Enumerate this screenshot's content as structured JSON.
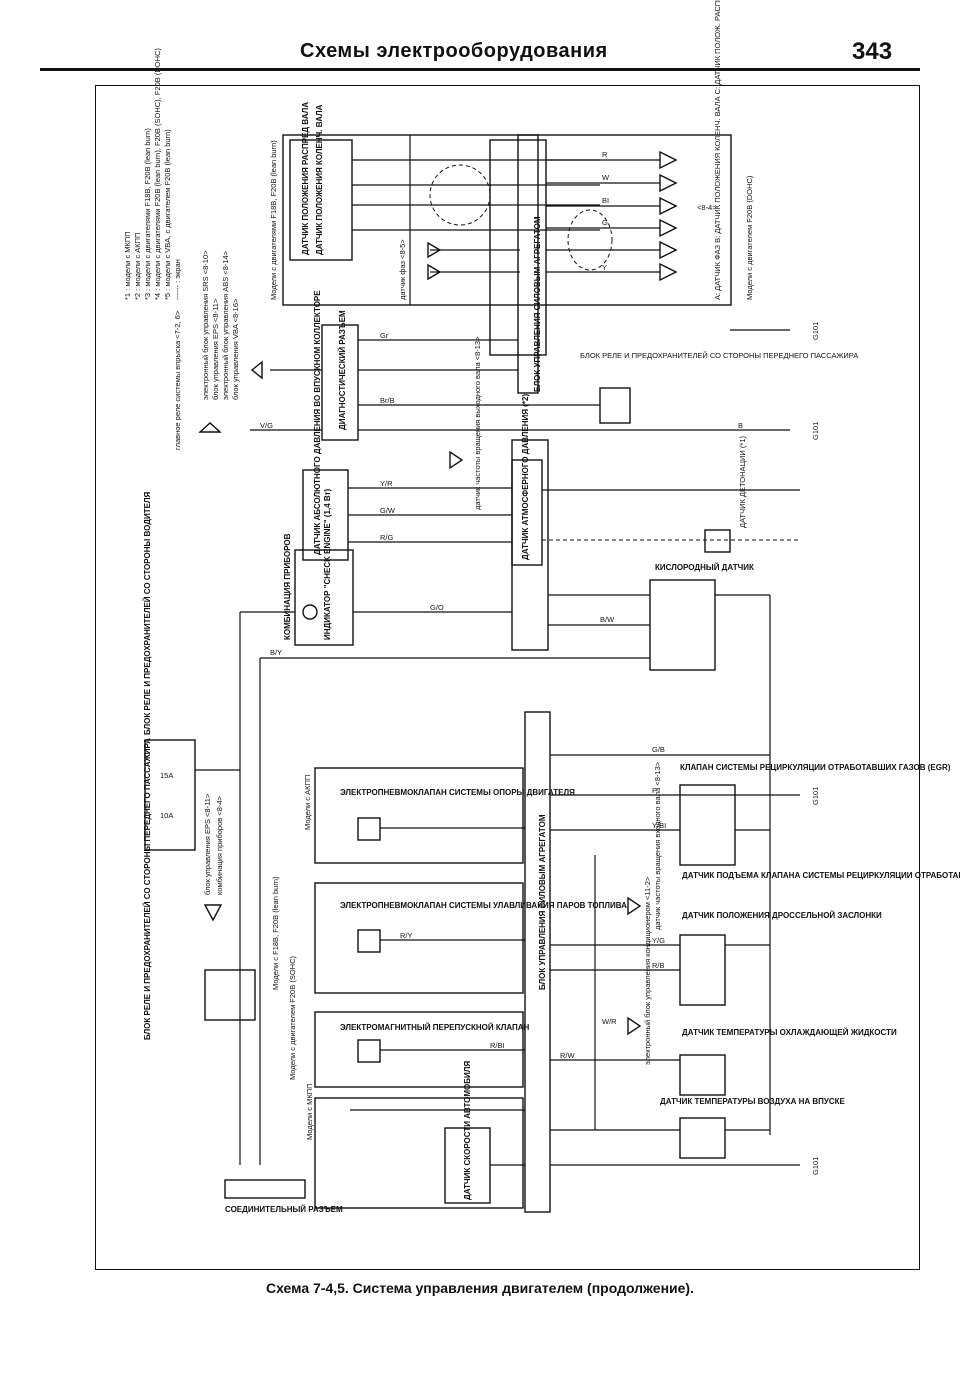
{
  "header": {
    "title": "Схемы электрооборудования",
    "page_number": "343"
  },
  "caption": "Схема 7-4,5. Система управления двигателем (продолжение).",
  "ecu_label": "БЛОК УПРАВЛЕНИЯ СИЛОВЫМ АГРЕГАТОМ",
  "legend": [
    "*1 : модели с МКПП",
    "*2 : модели с АКПП",
    "*3 : модели с двигателями F18B, F20B (lean burn)",
    "*4 : модели с двигателями F20B (lean burn), F20B (SOHC), F20B (DOHC)",
    "*5 : модели с VBA, с двигателем F20B (lean burn)",
    "------ : экран"
  ],
  "components": {
    "cam_sensor": "ДАТЧИК ПОЛОЖЕНИЯ РАСПРЕД ВАЛА",
    "crank_sensor": "ДАТЧИК ПОЛОЖЕНИЯ КОЛЕНЧ. ВАЛА",
    "models_f18b": "Модели с двигателями F18B, F20B (lean burn)",
    "phase_sensor": "датчик фаз <8-5>",
    "abc_sensor": "А: ДАТЧИК ФАЗ В: ДАТЧИК ПОЛОЖЕНИЯ КОЛЕНЧ. ВАЛА С: ДАТЧИК ПОЛОЖ. РАСПРЕД ВАЛА",
    "models_f20b_dohc": "Модели с двигателем F20B (DOHC)",
    "ref_84": "<8-4>",
    "diag_conn": "ДИАГНОСТИЧЕСКИЙ РАЗЪЕМ",
    "relay_block_pass": "БЛОК РЕЛЕ И ПРЕДОХРАНИТЕЛЕЙ СО СТОРОНЫ ПЕРЕДНЕГО ПАССАЖИРА",
    "main_relay": "главное реле системы впрыска <7-2, 6>",
    "srs_unit": "электронный блок управления SRS <8-10>",
    "eps_unit": "блок управления EPS <8-11>",
    "abs_unit": "электронный блок управления ABS <8-14>",
    "vba_unit": "блок управления VBA <8-16>",
    "map_sensor": "ДАТЧИК АБСОЛЮТНОГО ДАВЛЕНИЯ ВО ВПУСКНОМ КОЛЛЕКТОРЕ",
    "baro_sensor": "ДАТЧИК АТМОСФЕРНОГО ДАВЛЕНИЯ (*2)",
    "output_shaft": "датчик частоты вращения выходного вала <8-13>",
    "knock_sensor": "ДАТЧИК ДЕТОНАЦИИ (*1)",
    "check_engine": "ИНДИКАТОР \"CHECK ENGINE\" (1,4 Вт)",
    "instrument_cluster": "КОМБИНАЦИЯ ПРИБОРОВ",
    "o2_sensor": "КИСЛОРОДНЫЙ ДАТЧИК",
    "relay_block_driver": "БЛОК РЕЛЕ И ПРЕДОХРАНИТЕЛЕЙ СО СТОРОНЫ ВОДИТЕЛЯ",
    "fuse_15a": "15A",
    "fuse_10a": "10A",
    "egr_valve": "КЛАПАН СИСТЕМЫ РЕЦИРКУЛЯЦИИ ОТРАБОТАВШИХ ГАЗОВ (EGR)",
    "mount_solenoid": "ЭЛЕКТРОПНЕВМОКЛАПАН СИСТЕМЫ ОПОРЫ ДВИГАТЕЛЯ",
    "models_at": "Модели с АКПП",
    "egr_lift": "ДАТЧИК ПОДЪЕМА КЛАПАНА СИСТЕМЫ РЕЦИРКУЛЯЦИИ ОТРАБОТАВШИХ ГАЗОВ (EGR)",
    "input_shaft": "датчик частоты вращения входного вала <8-13>",
    "tps": "ДАТЧИК ПОЛОЖЕНИЯ ДРОССЕЛЬНОЙ ЗАСЛОНКИ",
    "evap_solenoid": "ЭЛЕКТРОПНЕВМОКЛАПАН СИСТЕМЫ УЛАВЛИВАНИЯ ПАРОВ ТОПЛИВА",
    "models_f18b_f20b": "Модели с F18B, F20B (lean burn)",
    "eps_ref": "блок управления EPS <8-11>",
    "cluster_ref": "комбинация приборов <8-4>",
    "relay_block_pass2": "БЛОК РЕЛЕ И ПРЕДОХРАНИТЕЛЕЙ СО СТОРОНЫ ПЕРЕДНЕГО ПАССАЖИРА",
    "bypass_valve": "ЭЛЕКТРОМАГНИТНЫЙ ПЕРЕПУСКНОЙ КЛАПАН",
    "models_f20b_sohc": "Модели с двигателем F20B (SOHC)",
    "ac_unit": "электронный блок управления кондиционером <11-2>",
    "ect_sensor": "ДАТЧИК ТЕМПЕРАТУРЫ ОХЛАЖДАЮЩЕЙ ЖИДКОСТИ",
    "iat_sensor": "ДАТЧИК ТЕМПЕРАТУРЫ ВОЗДУХА НА ВПУСКЕ",
    "models_mt": "Модели с МКПП",
    "vss": "ДАТЧИК СКОРОСТИ АВТОМОБИЛЯ",
    "joint_conn": "СОЕДИНИТЕЛЬНЫЙ РАЗЪЕМ"
  },
  "grounds": [
    "G101",
    "G101",
    "G101",
    "G101"
  ],
  "wire_colors": [
    "R",
    "W",
    "BI",
    "G",
    "Y",
    "B",
    "Gr",
    "Br/B",
    "V/G",
    "Y/R",
    "G/W",
    "R/G",
    "G/O",
    "B/Y",
    "W/R",
    "B/W",
    "G/B",
    "R/W",
    "Y/BI",
    "P",
    "R/Y",
    "R/BI",
    "Y/G",
    "R/B"
  ]
}
